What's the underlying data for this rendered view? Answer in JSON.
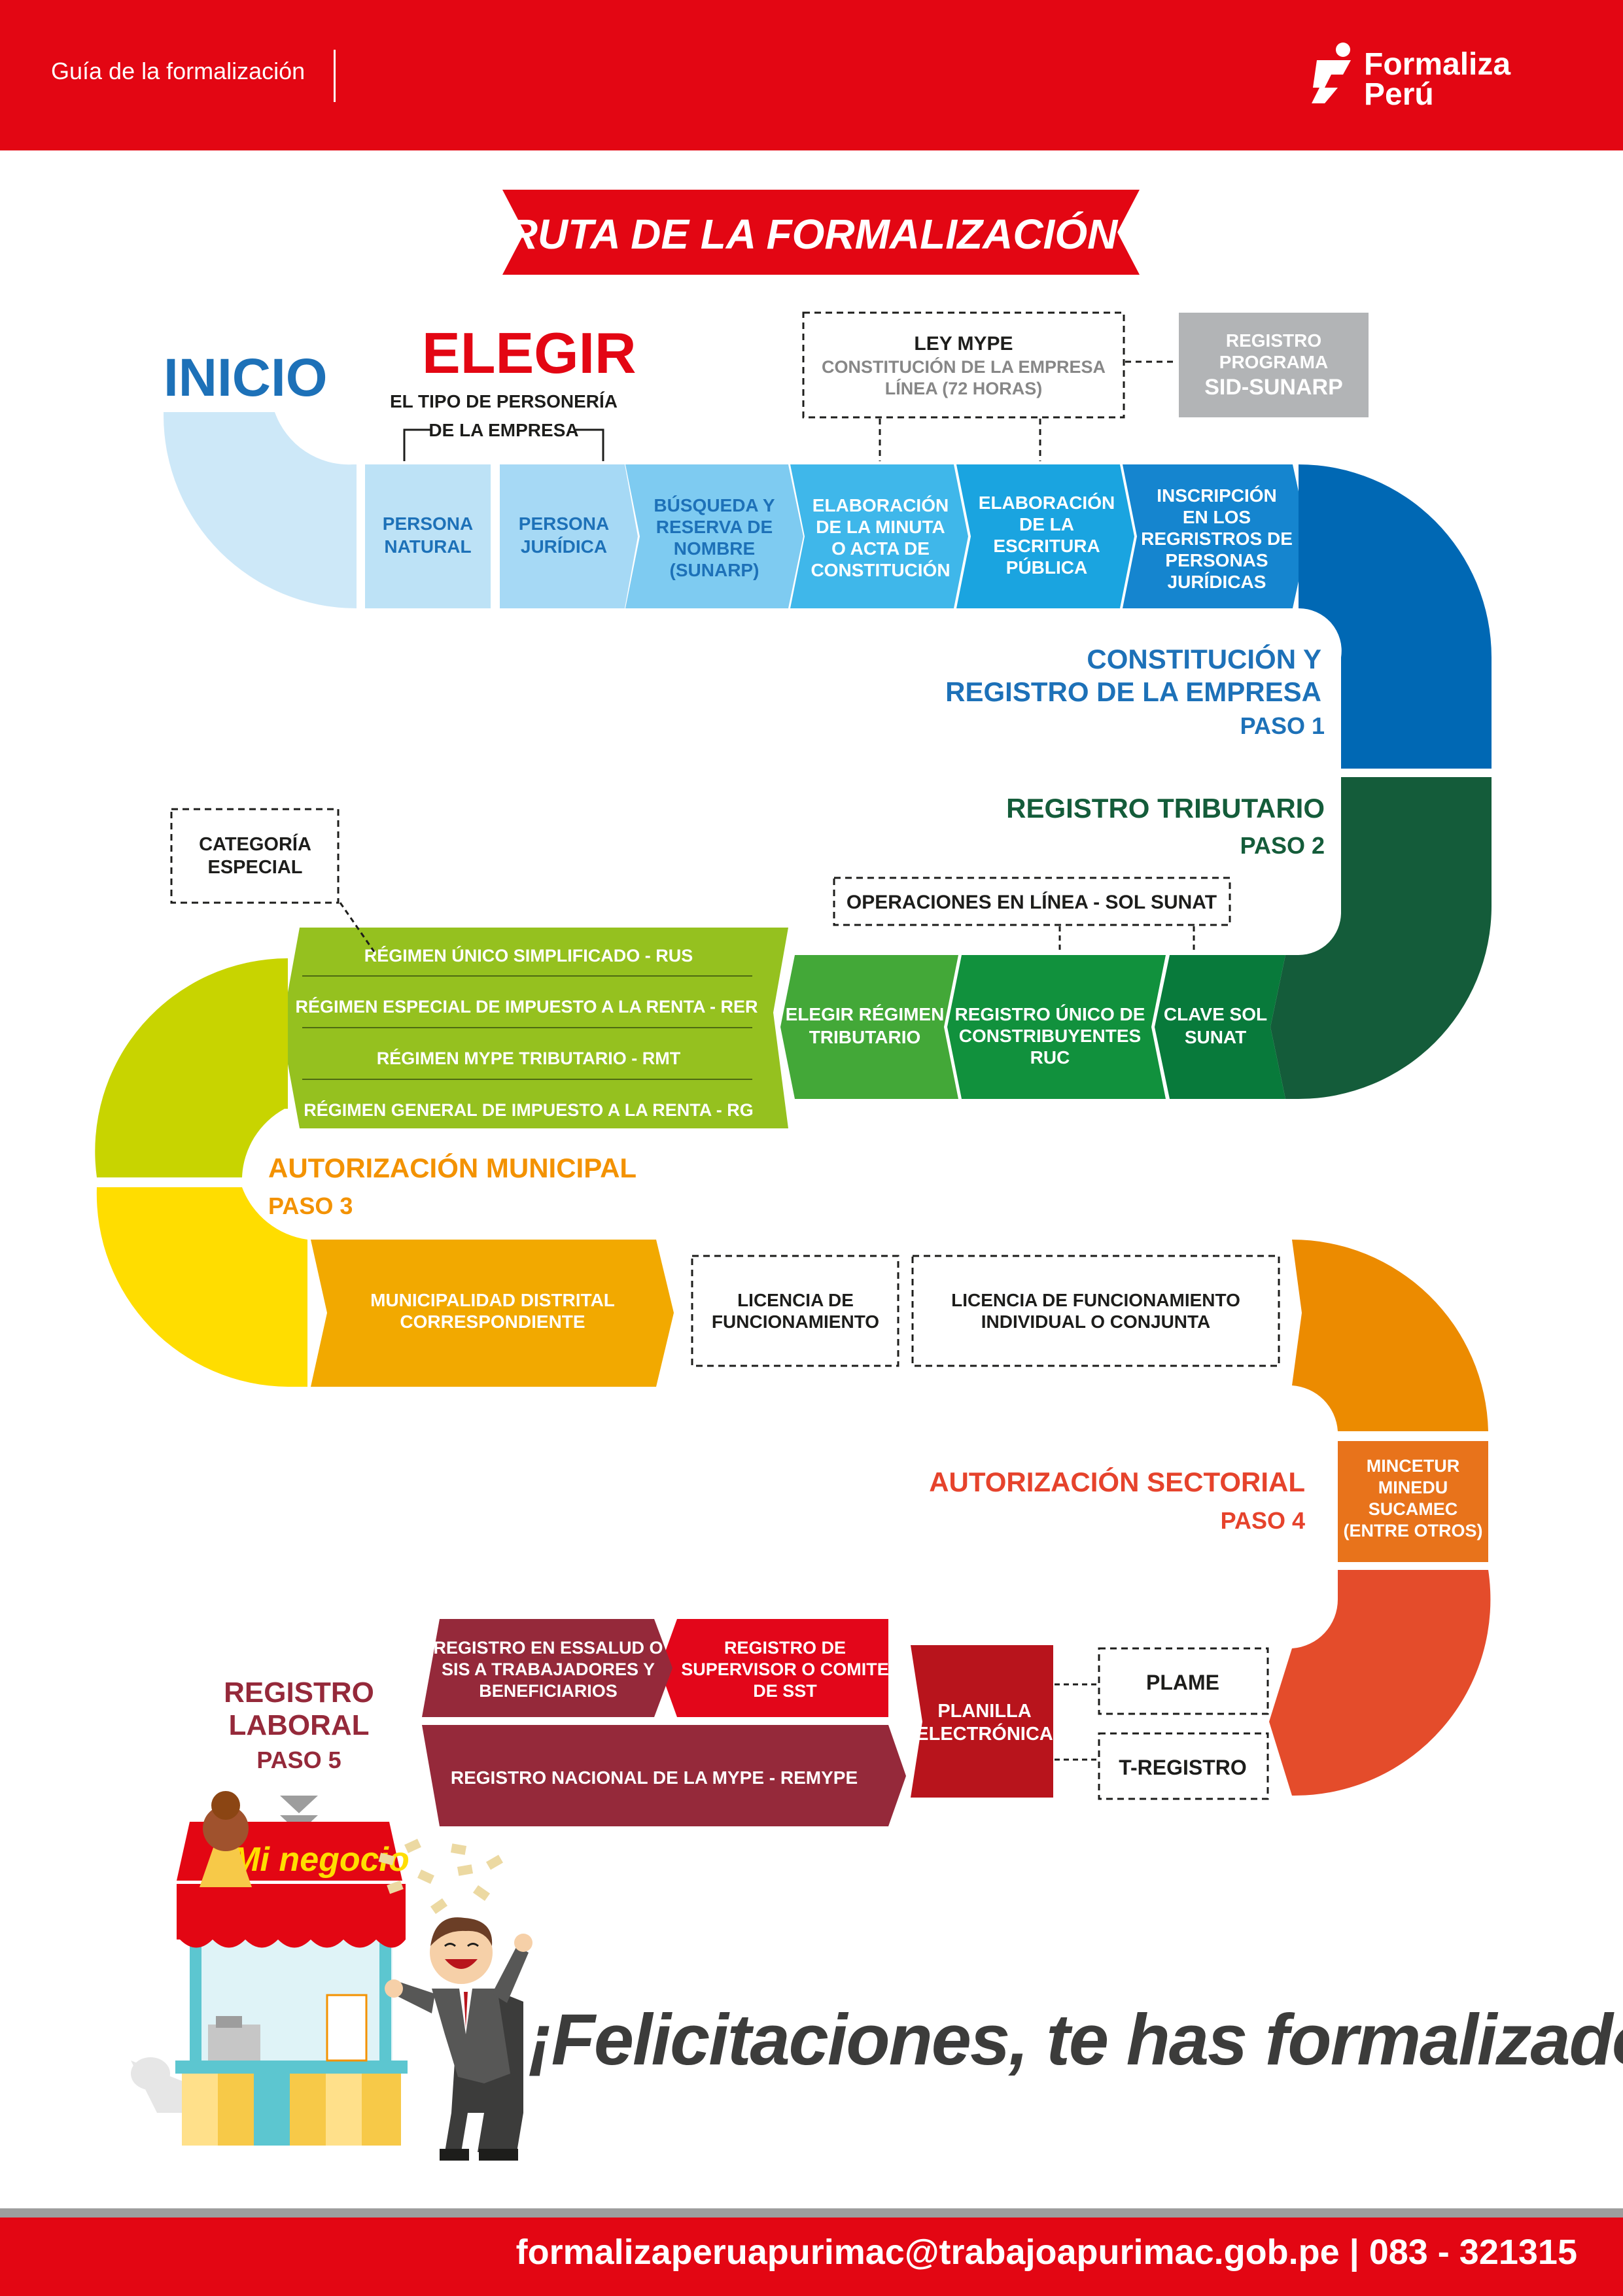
{
  "header": {
    "guide_label": "Guía de la formalización",
    "logo_line1": "Formaliza",
    "logo_line2": "Perú"
  },
  "title": "RUTA DE LA FORMALIZACIÓN",
  "start": {
    "inicio": "INICIO",
    "elegir": "ELEGIR",
    "elegir_sub1": "EL TIPO DE PERSONERÍA",
    "elegir_sub2": "DE LA EMPRESA"
  },
  "step1": {
    "title1": "CONSTITUCIÓN Y",
    "title2": "REGISTRO DE LA EMPRESA",
    "paso": "PASO 1",
    "cells": [
      [
        "PERSONA",
        "NATURAL"
      ],
      [
        "PERSONA",
        "JURÍDICA"
      ],
      [
        "BÚSQUEDA Y",
        "RESERVA DE",
        "NOMBRE",
        "(SUNARP)"
      ],
      [
        "ELABORACIÓN",
        "DE LA MINUTA",
        "O ACTA DE",
        "CONSTITUCIÓN"
      ],
      [
        "ELABORACIÓN",
        "DE LA",
        "ESCRITURA",
        "PÚBLICA"
      ],
      [
        "INSCRIPCIÓN",
        "EN LOS",
        "REGRISTROS DE",
        "PERSONAS",
        "JURÍDICAS"
      ]
    ],
    "ley_mype": {
      "title": "LEY MYPE",
      "line1": "CONSTITUCIÓN DE LA EMPRESA",
      "line2": "LÍNEA (72 HORAS)"
    },
    "registro_programa": [
      "REGISTRO",
      "PROGRAMA",
      "SID-SUNARP"
    ]
  },
  "step2": {
    "title": "REGISTRO TRIBUTARIO",
    "paso": "PASO 2",
    "categoria": [
      "CATEGORÍA",
      "ESPECIAL"
    ],
    "operaciones": "OPERACIONES EN LÍNEA - SOL SUNAT",
    "regimes": [
      "RÉGIMEN ÚNICO SIMPLIFICADO - RUS",
      "RÉGIMEN ESPECIAL DE IMPUESTO A LA RENTA - RER",
      "RÉGIMEN MYPE TRIBUTARIO - RMT",
      "RÉGIMEN GENERAL DE IMPUESTO A LA RENTA - RG"
    ],
    "cells": [
      [
        "ELEGIR RÉGIMEN",
        "TRIBUTARIO"
      ],
      [
        "REGISTRO ÚNICO DE",
        "CONSTRIBUYENTES",
        "RUC"
      ],
      [
        "CLAVE SOL",
        "SUNAT"
      ]
    ]
  },
  "step3": {
    "title": "AUTORIZACIÓN MUNICIPAL",
    "paso": "PASO 3",
    "municipalidad": [
      "MUNICIPALIDAD DISTRITAL",
      "CORRESPONDIENTE"
    ],
    "licencia": [
      "LICENCIA DE",
      "FUNCIONAMIENTO"
    ],
    "licencia_ind": [
      "LICENCIA DE FUNCIONAMIENTO",
      "INDIVIDUAL O CONJUNTA"
    ]
  },
  "step4": {
    "title": "AUTORIZACIÓN SECTORIAL",
    "paso": "PASO 4",
    "box": [
      "MINCETUR",
      "MINEDU",
      "SUCAMEC",
      "(ENTRE OTROS)"
    ]
  },
  "step5": {
    "title1": "REGISTRO",
    "title2": "LABORAL",
    "paso": "PASO 5",
    "essalud": [
      "REGISTRO EN ESSALUD O",
      "SIS A TRABAJADORES Y",
      "BENEFICIARIOS"
    ],
    "supervisor": [
      "REGISTRO DE",
      "SUPERVISOR O COMITE",
      "DE SST"
    ],
    "remype": "REGISTRO NACIONAL DE LA MYPE - REMYPE",
    "planilla": [
      "PLANILLA",
      "ELECTRÓNICA"
    ],
    "plame": "PLAME",
    "tregistro": "T-REGISTRO"
  },
  "illustration": {
    "sign": "Mi negocio"
  },
  "congrats": "¡Felicitaciones, te has formalizado!",
  "footer": {
    "contact": "formalizaperuapurimac@trabajoapurimac.gob.pe | 083 - 321315"
  }
}
